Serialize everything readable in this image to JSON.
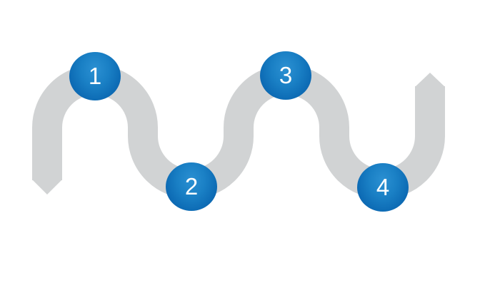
{
  "diagram": {
    "type": "serpentine-process-flow",
    "background": "#ffffff",
    "path_color": "#d1d3d4",
    "step_count": 4,
    "steps": [
      {
        "label": "1",
        "position": "crest"
      },
      {
        "label": "2",
        "position": "trough"
      },
      {
        "label": "3",
        "position": "crest"
      },
      {
        "label": "4",
        "position": "trough"
      }
    ],
    "step_colors": {
      "center": "#2b90d2",
      "mid": "#1a80c5",
      "edge": "#0a5ea8",
      "text": "#ffffff"
    }
  }
}
